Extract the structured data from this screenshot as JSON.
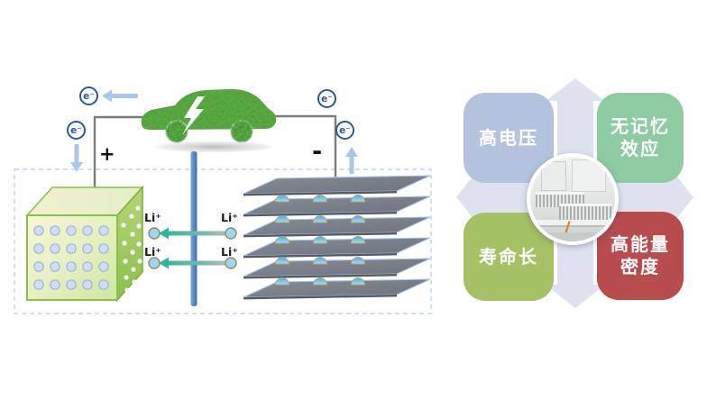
{
  "battery_diagram": {
    "electron_label": "e⁻",
    "plus_terminal": "+",
    "minus_terminal": "-",
    "li_ion_label": "Li⁺",
    "icons": {
      "car": "green-leaf-electric-car",
      "bolt": "lightning-bolt",
      "anode": "green-cube-electrode",
      "cathode": "stacked-gray-layers",
      "separator": "blue-vertical-bar"
    },
    "colors": {
      "separator_bar": "#4a7cc0",
      "electron_accent": "#2b579c",
      "electron_arrow": "#a9c7e9",
      "ion_arrow": "#2eb89a",
      "dashed_border": "#c3d2e8",
      "cube_green": "#8abf4a",
      "plate_gray": "#787d88"
    }
  },
  "advantages": {
    "center_image": "battery-production-line-photo",
    "cross_color": "#dde2ee",
    "top_left": {
      "label": "高电压",
      "color": "#b3c2dd"
    },
    "top_right": {
      "label": "无记忆效应",
      "line1": "无记忆",
      "line2": "效应",
      "color": "#8fcba2"
    },
    "bottom_left": {
      "label": "寿命长",
      "color": "#a4c165"
    },
    "bottom_right": {
      "label": "高能量密度",
      "line1": "高能量",
      "line2": "密度",
      "color": "#b84c4c"
    }
  }
}
